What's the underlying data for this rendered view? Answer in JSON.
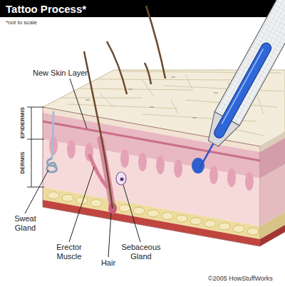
{
  "diagram": {
    "title": "Tattoo Process*",
    "labels": [
      "*not to scale",
      "New Skin Layer",
      "EPIDERMIS",
      "DERMIS",
      "Sweat Gland",
      "Erector Muscle",
      "Hair",
      "Sebaceous Gland",
      "©2005 HowStuffWorks"
    ]
  }
}
